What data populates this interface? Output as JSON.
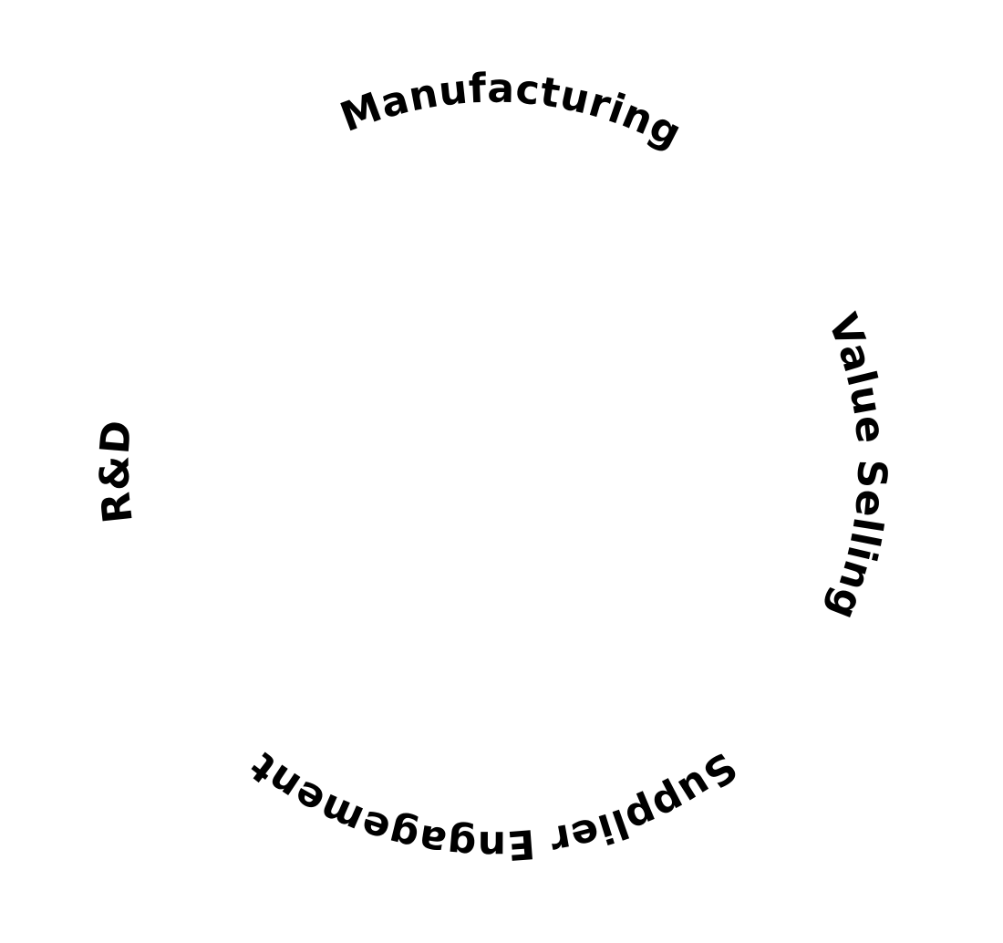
{
  "diagram": {
    "text_color": "#000000",
    "labels": [
      {
        "id": "manufacturing",
        "text": "Manufacturing",
        "position": "top"
      },
      {
        "id": "value-selling",
        "text": "Value Selling",
        "position": "right"
      },
      {
        "id": "supplier-engagement",
        "text": "Supplier Engagement",
        "position": "bottom"
      },
      {
        "id": "rnd",
        "text": "R&D",
        "position": "left"
      }
    ]
  }
}
